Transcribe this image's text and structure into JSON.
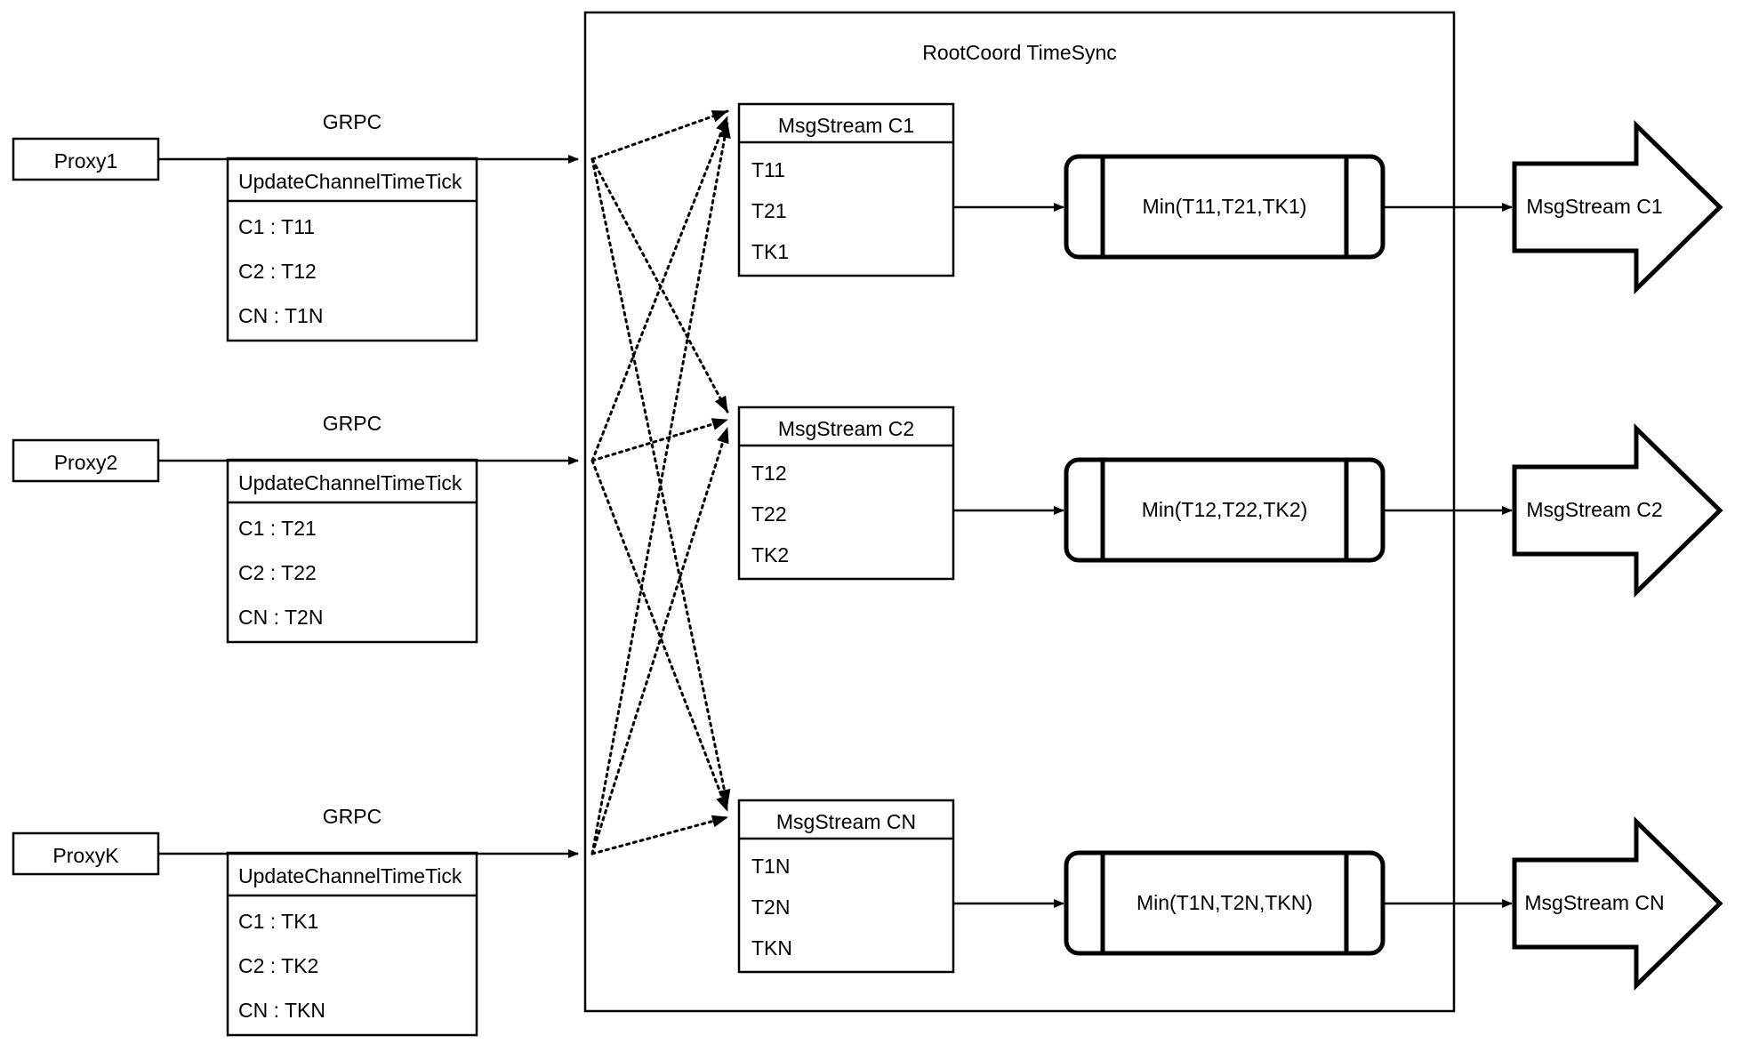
{
  "diagram": {
    "title": "RootCoord TimeSync",
    "container_name": "RootCoord TimeSync",
    "rpc_label": "GRPC",
    "rpc_method": "UpdateChannelTimeTick",
    "proxies": [
      {
        "name": "Proxy1",
        "rpc_label": "GRPC",
        "method": "UpdateChannelTimeTick",
        "entries": [
          "C1 :  T11",
          "C2 :  T12",
          "CN : T1N"
        ]
      },
      {
        "name": "Proxy2",
        "rpc_label": "GRPC",
        "method": "UpdateChannelTimeTick",
        "entries": [
          "C1 :  T21",
          "C2 :  T22",
          "CN : T2N"
        ]
      },
      {
        "name": "ProxyK",
        "rpc_label": "GRPC",
        "method": "UpdateChannelTimeTick",
        "entries": [
          "C1 :  TK1",
          "C2 :  TK2",
          "CN : TKN"
        ]
      }
    ],
    "channels": [
      {
        "stream_title": "MsgStream C1",
        "ticks": [
          "T11",
          "T21",
          "TK1"
        ],
        "min_label": "Min(T11,T21,TK1)",
        "output_label": "MsgStream C1"
      },
      {
        "stream_title": "MsgStream C2",
        "ticks": [
          "T12",
          "T22",
          "TK2"
        ],
        "min_label": "Min(T12,T22,TK2)",
        "output_label": "MsgStream C2"
      },
      {
        "stream_title": "MsgStream CN",
        "ticks": [
          "T1N",
          "T2N",
          "TKN"
        ],
        "min_label": "Min(T1N,T2N,TKN)",
        "output_label": "MsgStream CN"
      }
    ],
    "colors": {
      "stroke": "#000000",
      "background": "#ffffff"
    }
  }
}
